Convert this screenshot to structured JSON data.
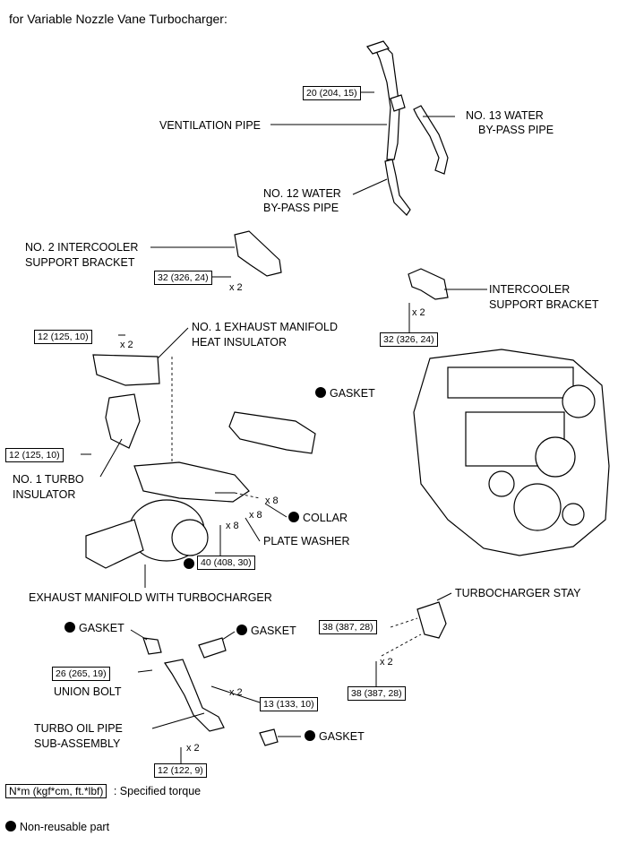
{
  "title": "for Variable Nozzle Vane Turbocharger:",
  "labels": {
    "ventilation_pipe": "VENTILATION PIPE",
    "no13_water_bypass_1": "NO. 13 WATER",
    "no13_water_bypass_2": "BY-PASS PIPE",
    "no12_water_bypass_1": "NO. 12 WATER",
    "no12_water_bypass_2": "BY-PASS PIPE",
    "no2_intercooler_1": "NO. 2 INTERCOOLER",
    "no2_intercooler_2": "SUPPORT BRACKET",
    "intercooler_support_1": "INTERCOOLER",
    "intercooler_support_2": "SUPPORT BRACKET",
    "no1_exhaust_heat_1": "NO. 1 EXHAUST MANIFOLD",
    "no1_exhaust_heat_2": "HEAT INSULATOR",
    "gasket_manifold": "GASKET",
    "no1_turbo_insulator_1": "NO. 1 TURBO",
    "no1_turbo_insulator_2": "INSULATOR",
    "collar": "COLLAR",
    "plate_washer": "PLATE WASHER",
    "exhaust_manifold_turbo": "EXHAUST MANIFOLD WITH TURBOCHARGER",
    "turbocharger_stay": "TURBOCHARGER STAY",
    "gasket_1": "GASKET",
    "gasket_2": "GASKET",
    "gasket_3": "GASKET",
    "union_bolt": "UNION BOLT",
    "turbo_oil_pipe_1": "TURBO OIL PIPE",
    "turbo_oil_pipe_2": "SUB-ASSEMBLY"
  },
  "multipliers": {
    "x2": "x 2",
    "x8": "x 8"
  },
  "torques": {
    "vent_pipe": "20 (204, 15)",
    "no2_bracket": "32 (326, 24)",
    "intercooler_bracket": "32 (326, 24)",
    "heat_insulator": "12 (125, 10)",
    "turbo_insulator": "12 (125, 10)",
    "manifold_nut": "40 (408, 30)",
    "stay_upper": "38 (387, 28)",
    "stay_lower": "38 (387, 28)",
    "union_bolt": "26 (265, 19)",
    "oil_pipe_upper": "13 (133, 10)",
    "oil_pipe_lower": "12 (122, 9)"
  },
  "legend": {
    "torque_unit": "N*m (kgf*cm, ft.*lbf)",
    "torque_desc": ": Specified torque",
    "non_reusable": "Non-reusable part"
  }
}
